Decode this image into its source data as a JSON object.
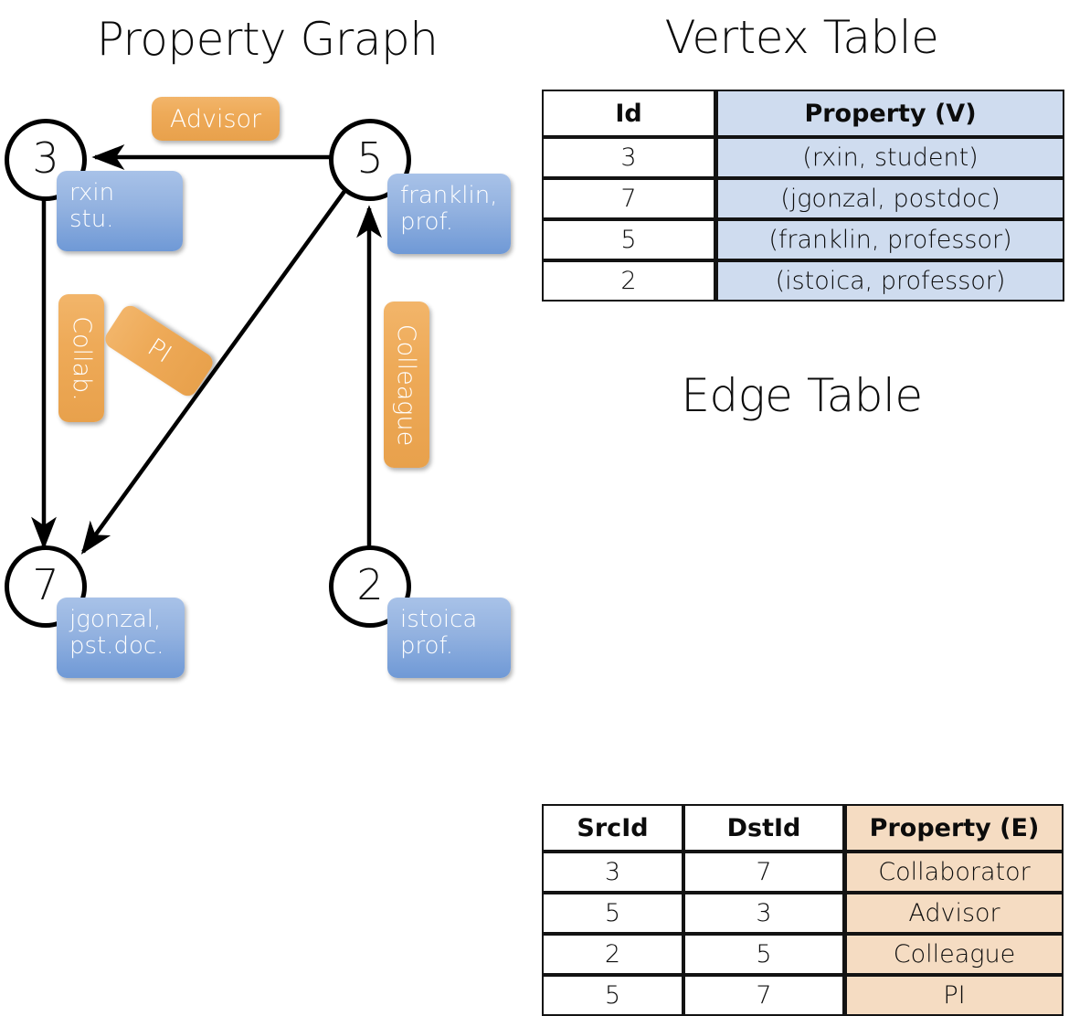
{
  "graph": {
    "title": "Property Graph",
    "nodes": [
      {
        "id": "3",
        "property_label": "rxin\nstu."
      },
      {
        "id": "5",
        "property_label": "franklin,\nprof."
      },
      {
        "id": "7",
        "property_label": "jgonzal,\npst.doc."
      },
      {
        "id": "2",
        "property_label": "istoica\nprof."
      }
    ],
    "edge_labels": [
      {
        "name": "advisor",
        "text": "Advisor"
      },
      {
        "name": "collab",
        "text": "Collab."
      },
      {
        "name": "pi",
        "text": "PI"
      },
      {
        "name": "colleague",
        "text": "Colleague"
      }
    ],
    "edges": [
      {
        "from": "5",
        "to": "3",
        "label": "Advisor"
      },
      {
        "from": "3",
        "to": "7",
        "label": "Collab."
      },
      {
        "from": "5",
        "to": "7",
        "label": "PI"
      },
      {
        "from": "2",
        "to": "5",
        "label": "Colleague"
      }
    ]
  },
  "vertex_table": {
    "title": "Vertex Table",
    "headers": [
      "Id",
      "Property (V)"
    ],
    "rows": [
      {
        "id": "3",
        "property": "(rxin, student)"
      },
      {
        "id": "7",
        "property": "(jgonzal, postdoc)"
      },
      {
        "id": "5",
        "property": "(franklin, professor)"
      },
      {
        "id": "2",
        "property": "(istoica, professor)"
      }
    ]
  },
  "edge_table": {
    "title": "Edge Table",
    "headers": [
      "SrcId",
      "DstId",
      "Property (E)"
    ],
    "rows": [
      {
        "src": "3",
        "dst": "7",
        "property": "Collaborator"
      },
      {
        "src": "5",
        "dst": "3",
        "property": "Advisor"
      },
      {
        "src": "2",
        "dst": "5",
        "property": "Colleague"
      },
      {
        "src": "5",
        "dst": "7",
        "property": "PI"
      }
    ]
  },
  "colors": {
    "vertex_box": "#93b2e0",
    "edge_box": "#eeaa58",
    "vertex_table_fill": "#cfdcef",
    "edge_table_fill": "#f5dcc2",
    "stroke": "#000000"
  }
}
